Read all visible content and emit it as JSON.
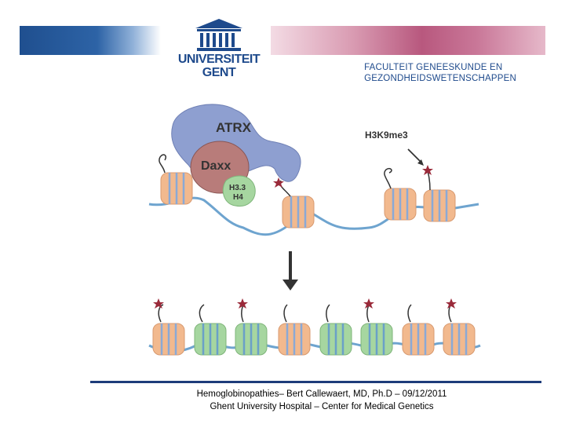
{
  "header": {
    "university_line1": "UNIVERSITEIT",
    "university_line2": "GENT",
    "faculty_line1": "FACULTEIT GENEESKUNDE EN",
    "faculty_line2": "GEZONDHEIDSWETENSCHAPPEN"
  },
  "diagram": {
    "atrx": "ATRX",
    "daxx": "Daxx",
    "h33": "H3.3",
    "h4": "H4",
    "h3k9me3": "H3K9me3"
  },
  "footer": {
    "line1": "Hemoglobinopathies– Bert Callewaert, MD, Ph.D – 09/12/2011",
    "line2": "Ghent University Hospital – Center for Medical Genetics"
  },
  "colors": {
    "brand_blue": "#1e4a8c",
    "atrx": "#8e9fd0",
    "daxx": "#b87c7a",
    "histone_green": "#a6d6a0",
    "nucleosome": "#f2b98e",
    "dna": "#6ea4cf",
    "star": "#9a2a3a"
  }
}
